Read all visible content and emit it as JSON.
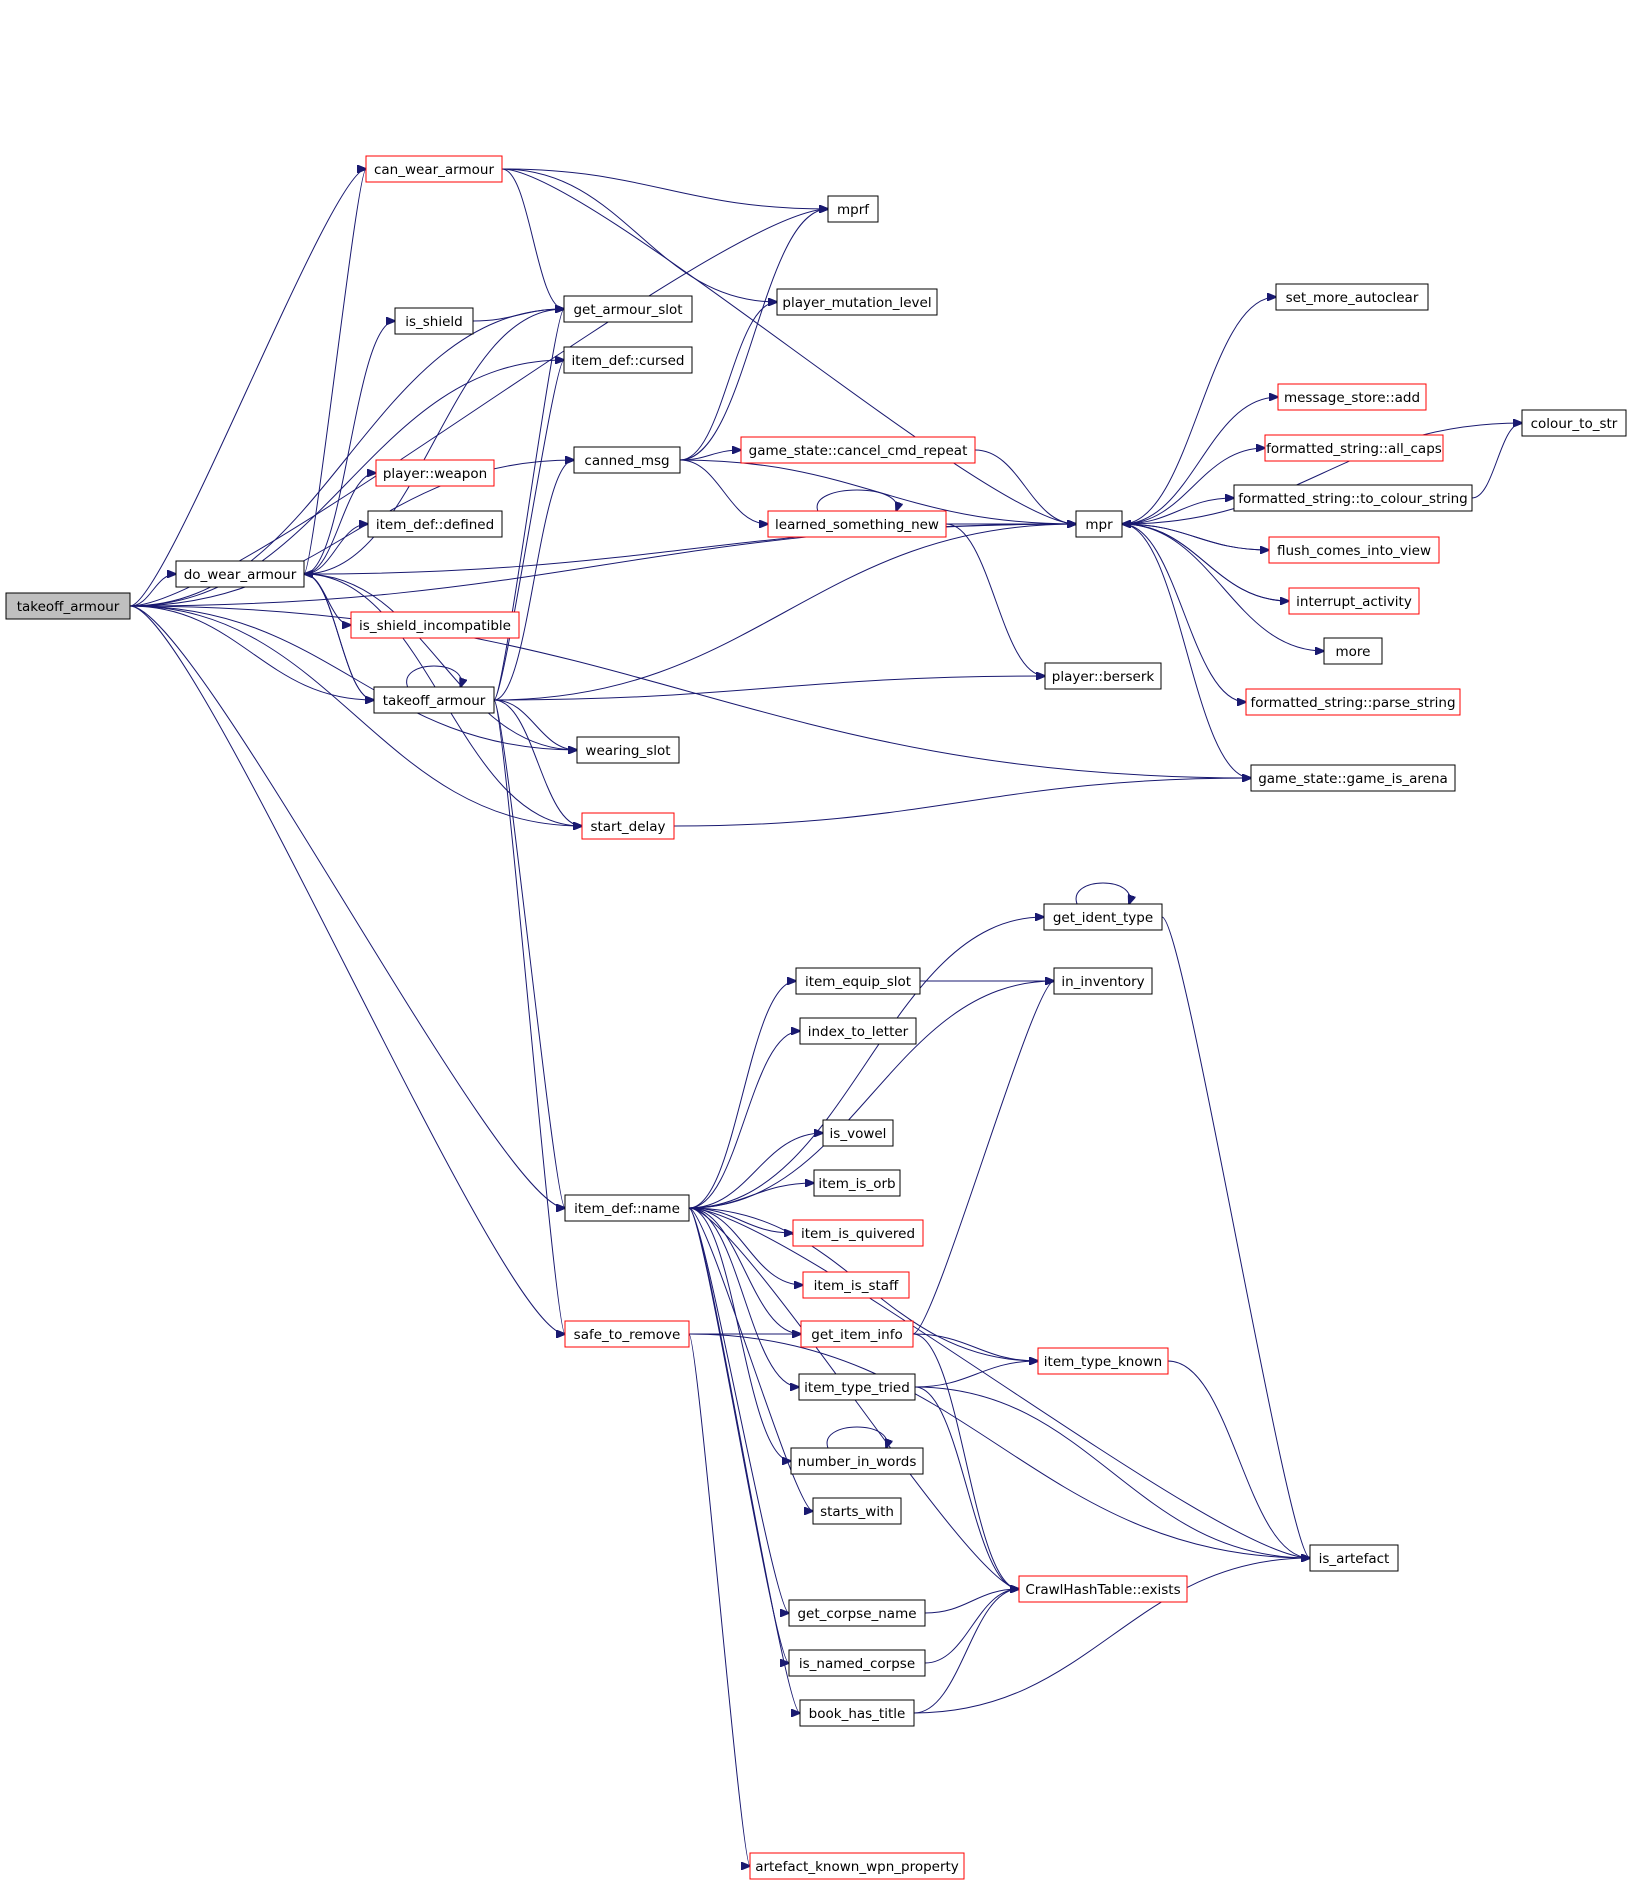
{
  "colors": {
    "edge": "#191970",
    "node_border_normal": "#000000",
    "node_border_truncated": "#ff0000",
    "root_fill": "#bfbfbf",
    "node_fill": "#ffffff"
  },
  "nodes": [
    {
      "id": "root",
      "label": "takeoff_armour",
      "style": "root"
    },
    {
      "id": "can_wear_armour",
      "label": "can_wear_armour",
      "style": "red"
    },
    {
      "id": "mprf",
      "label": "mprf",
      "style": "normal"
    },
    {
      "id": "get_armour_slot",
      "label": "get_armour_slot",
      "style": "normal"
    },
    {
      "id": "player_mutation_level",
      "label": "player_mutation_level",
      "style": "normal"
    },
    {
      "id": "is_shield",
      "label": "is_shield",
      "style": "normal"
    },
    {
      "id": "item_def_cursed",
      "label": "item_def::cursed",
      "style": "normal"
    },
    {
      "id": "canned_msg",
      "label": "canned_msg",
      "style": "normal"
    },
    {
      "id": "cancel_cmd_repeat",
      "label": "game_state::cancel_cmd_repeat",
      "style": "red"
    },
    {
      "id": "player_weapon",
      "label": "player::weapon",
      "style": "red"
    },
    {
      "id": "item_def_defined",
      "label": "item_def::defined",
      "style": "normal"
    },
    {
      "id": "learned_something_new",
      "label": "learned_something_new",
      "style": "red"
    },
    {
      "id": "mpr",
      "label": "mpr",
      "style": "normal"
    },
    {
      "id": "do_wear_armour",
      "label": "do_wear_armour",
      "style": "normal"
    },
    {
      "id": "is_shield_incompatible",
      "label": "is_shield_incompatible",
      "style": "red"
    },
    {
      "id": "takeoff_armour2",
      "label": "takeoff_armour",
      "style": "normal"
    },
    {
      "id": "player_berserk",
      "label": "player::berserk",
      "style": "normal"
    },
    {
      "id": "wearing_slot",
      "label": "wearing_slot",
      "style": "normal"
    },
    {
      "id": "start_delay",
      "label": "start_delay",
      "style": "red"
    },
    {
      "id": "game_is_arena",
      "label": "game_state::game_is_arena",
      "style": "normal"
    },
    {
      "id": "set_more_autoclear",
      "label": "set_more_autoclear",
      "style": "normal"
    },
    {
      "id": "message_store_add",
      "label": "message_store::add",
      "style": "red"
    },
    {
      "id": "colour_to_str",
      "label": "colour_to_str",
      "style": "normal"
    },
    {
      "id": "all_caps",
      "label": "formatted_string::all_caps",
      "style": "red"
    },
    {
      "id": "to_colour_string",
      "label": "formatted_string::to_colour_string",
      "style": "normal"
    },
    {
      "id": "flush_comes_into_view",
      "label": "flush_comes_into_view",
      "style": "red"
    },
    {
      "id": "interrupt_activity",
      "label": "interrupt_activity",
      "style": "red"
    },
    {
      "id": "more",
      "label": "more",
      "style": "normal"
    },
    {
      "id": "parse_string",
      "label": "formatted_string::parse_string",
      "style": "red"
    },
    {
      "id": "get_ident_type",
      "label": "get_ident_type",
      "style": "normal"
    },
    {
      "id": "item_equip_slot",
      "label": "item_equip_slot",
      "style": "normal"
    },
    {
      "id": "in_inventory",
      "label": "in_inventory",
      "style": "normal"
    },
    {
      "id": "index_to_letter",
      "label": "index_to_letter",
      "style": "normal"
    },
    {
      "id": "is_vowel",
      "label": "is_vowel",
      "style": "normal"
    },
    {
      "id": "item_is_orb",
      "label": "item_is_orb",
      "style": "normal"
    },
    {
      "id": "item_def_name",
      "label": "item_def::name",
      "style": "normal"
    },
    {
      "id": "item_is_quivered",
      "label": "item_is_quivered",
      "style": "red"
    },
    {
      "id": "item_is_staff",
      "label": "item_is_staff",
      "style": "red"
    },
    {
      "id": "safe_to_remove",
      "label": "safe_to_remove",
      "style": "red"
    },
    {
      "id": "get_item_info",
      "label": "get_item_info",
      "style": "red"
    },
    {
      "id": "item_type_known",
      "label": "item_type_known",
      "style": "red"
    },
    {
      "id": "item_type_tried",
      "label": "item_type_tried",
      "style": "normal"
    },
    {
      "id": "number_in_words",
      "label": "number_in_words",
      "style": "normal"
    },
    {
      "id": "starts_with",
      "label": "starts_with",
      "style": "normal"
    },
    {
      "id": "is_artefact",
      "label": "is_artefact",
      "style": "normal"
    },
    {
      "id": "crawl_hash_exists",
      "label": "CrawlHashTable::exists",
      "style": "red"
    },
    {
      "id": "get_corpse_name",
      "label": "get_corpse_name",
      "style": "normal"
    },
    {
      "id": "is_named_corpse",
      "label": "is_named_corpse",
      "style": "normal"
    },
    {
      "id": "book_has_title",
      "label": "book_has_title",
      "style": "normal"
    },
    {
      "id": "artefact_known_wpn_property",
      "label": "artefact_known_wpn_property",
      "style": "red"
    }
  ],
  "edges": [
    [
      "root",
      "do_wear_armour"
    ],
    [
      "root",
      "can_wear_armour"
    ],
    [
      "root",
      "mprf"
    ],
    [
      "root",
      "get_armour_slot"
    ],
    [
      "root",
      "item_def_cursed"
    ],
    [
      "root",
      "canned_msg"
    ],
    [
      "root",
      "mpr"
    ],
    [
      "root",
      "takeoff_armour2"
    ],
    [
      "root",
      "wearing_slot"
    ],
    [
      "root",
      "start_delay"
    ],
    [
      "root",
      "game_is_arena"
    ],
    [
      "root",
      "item_def_name"
    ],
    [
      "root",
      "safe_to_remove"
    ],
    [
      "can_wear_armour",
      "mprf"
    ],
    [
      "can_wear_armour",
      "get_armour_slot"
    ],
    [
      "can_wear_armour",
      "player_mutation_level"
    ],
    [
      "can_wear_armour",
      "mpr"
    ],
    [
      "is_shield",
      "get_armour_slot"
    ],
    [
      "canned_msg",
      "mprf"
    ],
    [
      "canned_msg",
      "player_mutation_level"
    ],
    [
      "canned_msg",
      "cancel_cmd_repeat"
    ],
    [
      "canned_msg",
      "learned_something_new"
    ],
    [
      "canned_msg",
      "mpr"
    ],
    [
      "cancel_cmd_repeat",
      "mpr"
    ],
    [
      "learned_something_new",
      "learned_something_new"
    ],
    [
      "learned_something_new",
      "mpr"
    ],
    [
      "learned_something_new",
      "player_berserk"
    ],
    [
      "do_wear_armour",
      "can_wear_armour"
    ],
    [
      "do_wear_armour",
      "get_armour_slot"
    ],
    [
      "do_wear_armour",
      "is_shield"
    ],
    [
      "do_wear_armour",
      "player_weapon"
    ],
    [
      "do_wear_armour",
      "item_def_defined"
    ],
    [
      "do_wear_armour",
      "is_shield_incompatible"
    ],
    [
      "do_wear_armour",
      "takeoff_armour2"
    ],
    [
      "do_wear_armour",
      "mpr"
    ],
    [
      "do_wear_armour",
      "wearing_slot"
    ],
    [
      "do_wear_armour",
      "start_delay"
    ],
    [
      "takeoff_armour2",
      "takeoff_armour2"
    ],
    [
      "takeoff_armour2",
      "do_wear_armour"
    ],
    [
      "takeoff_armour2",
      "get_armour_slot"
    ],
    [
      "takeoff_armour2",
      "item_def_cursed"
    ],
    [
      "takeoff_armour2",
      "canned_msg"
    ],
    [
      "takeoff_armour2",
      "mpr"
    ],
    [
      "takeoff_armour2",
      "player_berserk"
    ],
    [
      "takeoff_armour2",
      "wearing_slot"
    ],
    [
      "takeoff_armour2",
      "start_delay"
    ],
    [
      "takeoff_armour2",
      "item_def_name"
    ],
    [
      "takeoff_armour2",
      "safe_to_remove"
    ],
    [
      "start_delay",
      "game_is_arena"
    ],
    [
      "mpr",
      "set_more_autoclear"
    ],
    [
      "mpr",
      "colour_to_str"
    ],
    [
      "mpr",
      "message_store_add"
    ],
    [
      "mpr",
      "all_caps"
    ],
    [
      "mpr",
      "to_colour_string"
    ],
    [
      "mpr",
      "flush_comes_into_view"
    ],
    [
      "mpr",
      "interrupt_activity"
    ],
    [
      "mpr",
      "more"
    ],
    [
      "mpr",
      "parse_string"
    ],
    [
      "mpr",
      "game_is_arena"
    ],
    [
      "to_colour_string",
      "colour_to_str"
    ],
    [
      "flush_comes_into_view",
      "mpr"
    ],
    [
      "interrupt_activity",
      "mpr"
    ],
    [
      "item_def_name",
      "get_ident_type"
    ],
    [
      "item_def_name",
      "in_inventory"
    ],
    [
      "item_def_name",
      "item_equip_slot"
    ],
    [
      "item_def_name",
      "index_to_letter"
    ],
    [
      "item_def_name",
      "item_type_known"
    ],
    [
      "item_def_name",
      "is_vowel"
    ],
    [
      "item_def_name",
      "item_is_orb"
    ],
    [
      "item_def_name",
      "item_is_quivered"
    ],
    [
      "item_def_name",
      "item_is_staff"
    ],
    [
      "item_def_name",
      "get_item_info"
    ],
    [
      "item_def_name",
      "item_type_tried"
    ],
    [
      "item_def_name",
      "number_in_words"
    ],
    [
      "item_def_name",
      "starts_with"
    ],
    [
      "item_def_name",
      "crawl_hash_exists"
    ],
    [
      "item_def_name",
      "get_corpse_name"
    ],
    [
      "item_def_name",
      "is_named_corpse"
    ],
    [
      "item_def_name",
      "book_has_title"
    ],
    [
      "item_def_name",
      "is_artefact"
    ],
    [
      "get_ident_type",
      "get_ident_type"
    ],
    [
      "get_ident_type",
      "is_artefact"
    ],
    [
      "item_equip_slot",
      "in_inventory"
    ],
    [
      "safe_to_remove",
      "get_item_info"
    ],
    [
      "safe_to_remove",
      "artefact_known_wpn_property"
    ],
    [
      "safe_to_remove",
      "is_artefact"
    ],
    [
      "get_item_info",
      "in_inventory"
    ],
    [
      "get_item_info",
      "item_type_known"
    ],
    [
      "get_item_info",
      "crawl_hash_exists"
    ],
    [
      "item_type_known",
      "is_artefact"
    ],
    [
      "item_type_tried",
      "item_type_known"
    ],
    [
      "item_type_tried",
      "is_artefact"
    ],
    [
      "item_type_tried",
      "crawl_hash_exists"
    ],
    [
      "number_in_words",
      "number_in_words"
    ],
    [
      "get_corpse_name",
      "crawl_hash_exists"
    ],
    [
      "is_named_corpse",
      "crawl_hash_exists"
    ],
    [
      "book_has_title",
      "crawl_hash_exists"
    ],
    [
      "book_has_title",
      "is_artefact"
    ]
  ]
}
